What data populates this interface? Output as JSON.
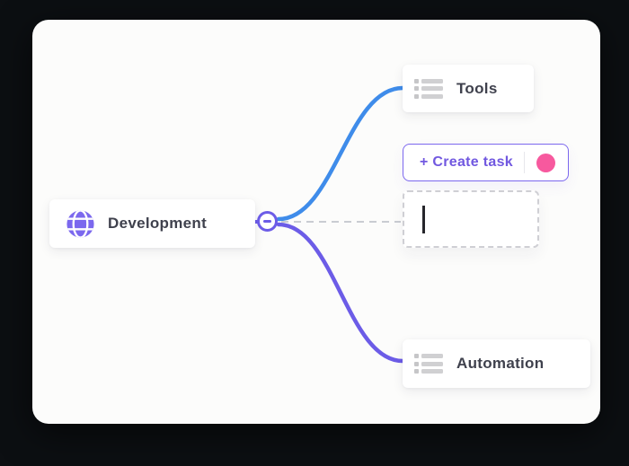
{
  "mindmap": {
    "root_node": {
      "label": "Development",
      "icon": "globe-icon"
    },
    "collapse_button": {
      "icon": "minus-icon",
      "state": "expanded"
    },
    "child_nodes": [
      {
        "label": "Tools",
        "icon": "list-icon"
      },
      {
        "label": "Automation",
        "icon": "list-icon"
      }
    ],
    "create_task": {
      "label": "+ Create task",
      "status_dot_icon": "pink-dot-icon"
    },
    "new_node_input": {
      "value": "",
      "caret_visible": true
    }
  },
  "colors": {
    "branch_blue": "#3F8CEA",
    "branch_purple": "#6C5CE7",
    "accent_purple": "#7C68EE",
    "status_pink": "#F7599E",
    "node_text": "#3F414D",
    "dashed_gray": "#C9CCD2"
  }
}
